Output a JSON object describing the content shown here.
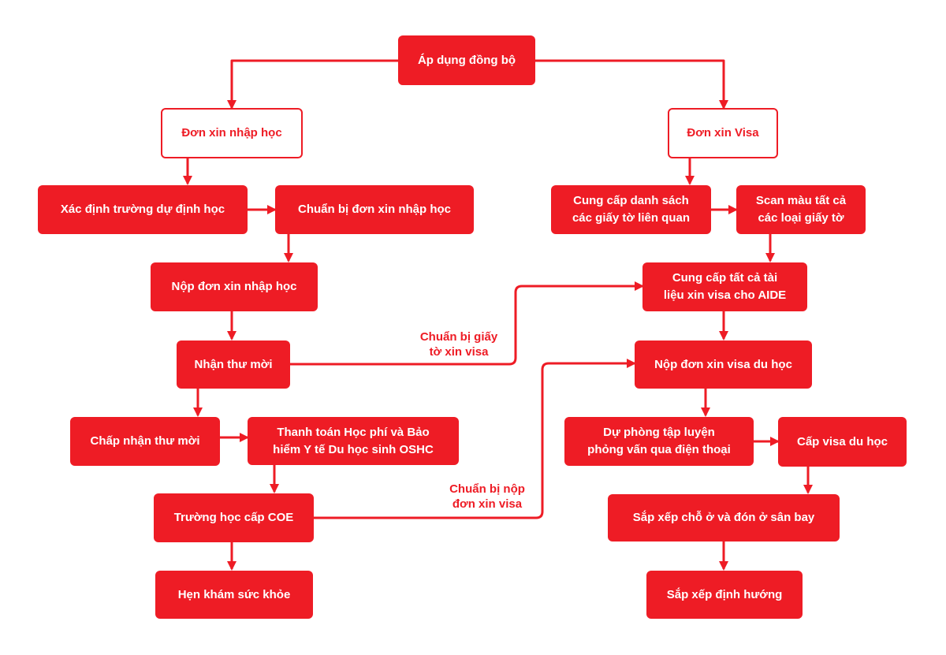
{
  "colors": {
    "accent": "#ee1c25",
    "background": "#ffffff",
    "node_text": "#ffffff"
  },
  "nodes": {
    "root": "Áp dụng đồng bộ",
    "admission": "Đơn xin nhập học",
    "visa": "Đơn xin Visa",
    "choose_school": "Xác định trường dự định học",
    "prepare_application": "Chuẩn bị đơn xin nhập học",
    "submit_application": "Nộp đơn xin nhập học",
    "offer_letter": "Nhận thư mời",
    "accept_offer": "Chấp nhận thư mời",
    "pay_fees_line1": "Thanh toán Học phí và Bảo",
    "pay_fees_line2": "hiểm Y tế Du học sinh OSHC",
    "coe": "Trường học cấp COE",
    "health_check": "Hẹn khám sức khỏe",
    "doc_list_line1": "Cung cấp danh sách",
    "doc_list_line2": "các giấy tờ liên quan",
    "scan_line1": "Scan màu tất cả",
    "scan_line2": "các loại giấy tờ",
    "provide_docs_line1": "Cung cấp tất cả tài",
    "provide_docs_line2": "liệu xin visa cho AIDE",
    "submit_visa": "Nộp đơn xin visa du học",
    "interview_line1": "Dự phòng tập luyện",
    "interview_line2": "phỏng vấn qua điện thoại",
    "grant_visa": "Cấp visa du học",
    "accommodation": "Sắp xếp chỗ ở và đón ở sân bay",
    "orientation": "Sắp xếp định hướng"
  },
  "edge_labels": {
    "prepare_visa_docs_line1": "Chuẩn bị giấy",
    "prepare_visa_docs_line2": "tờ xin visa",
    "prepare_visa_submit_line1": "Chuẩn bị nộp",
    "prepare_visa_submit_line2": "đơn xin visa"
  }
}
